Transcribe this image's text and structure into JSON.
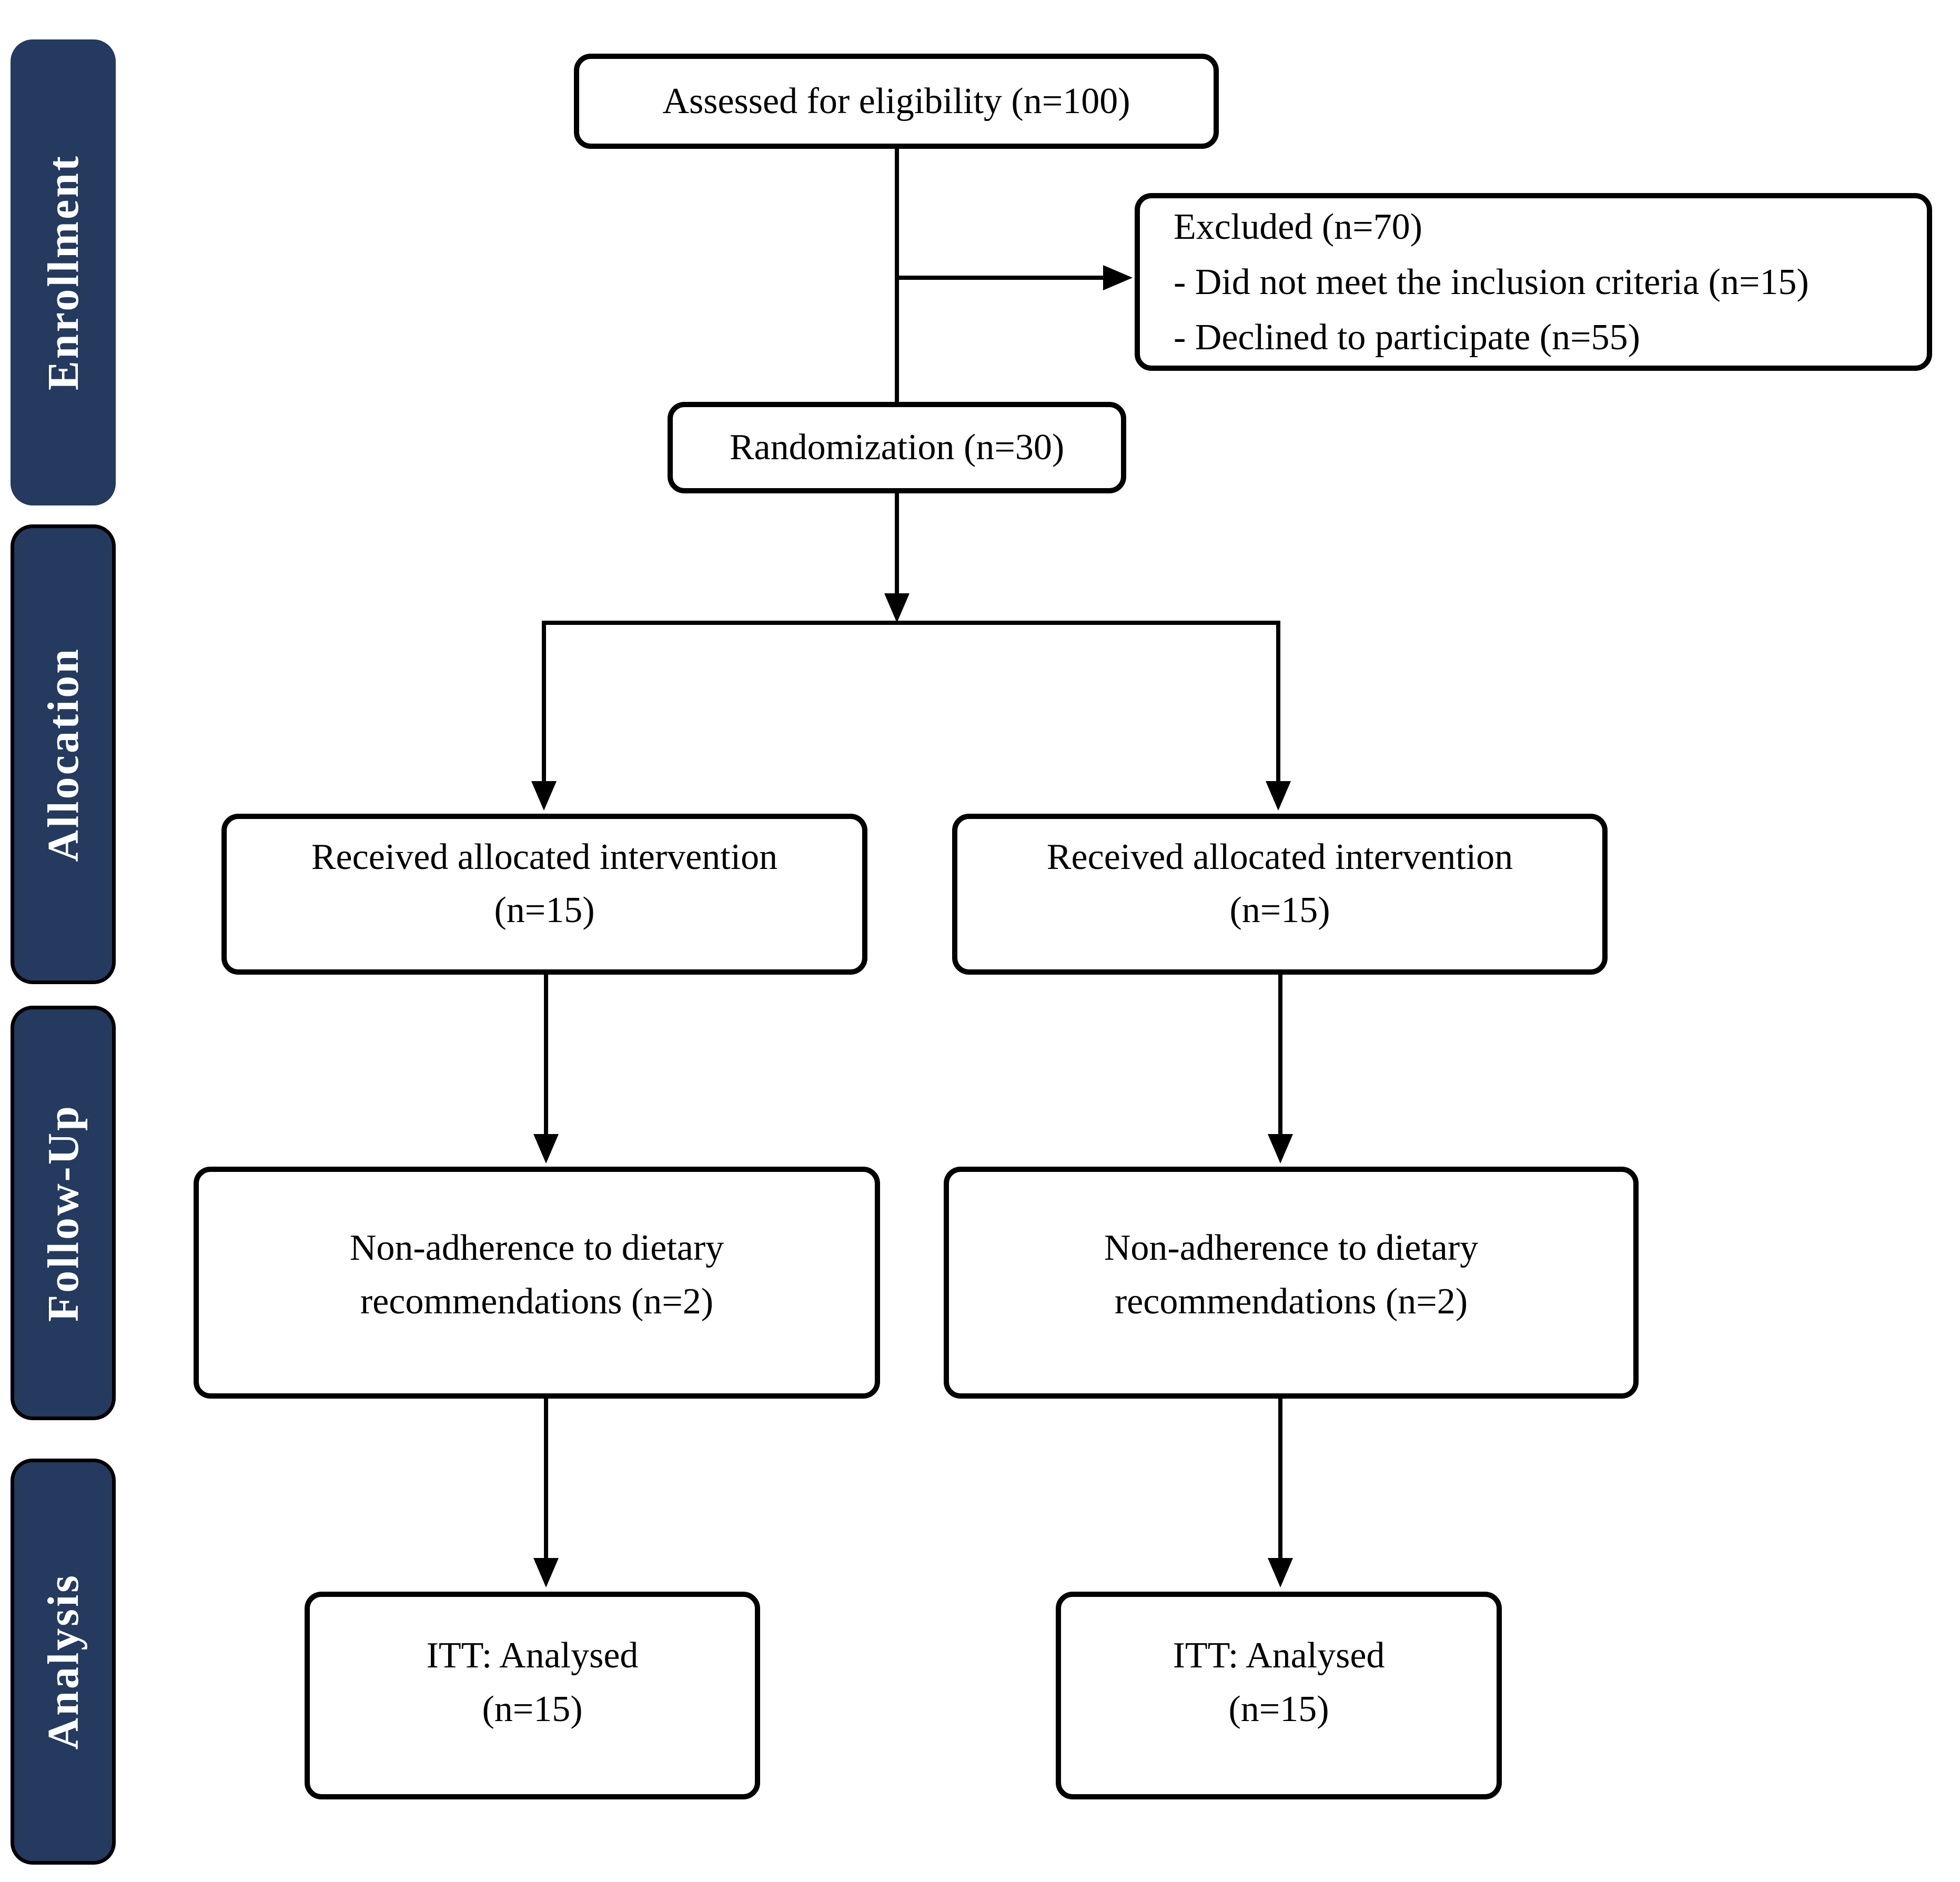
{
  "colors": {
    "stage_fill": "#243A5F",
    "stage_text": "#FFFFFF",
    "box_fill": "#FFFFFF",
    "box_border": "#000000"
  },
  "stages": [
    {
      "label": "Enrollment"
    },
    {
      "label": "Allocation"
    },
    {
      "label": "Follow-Up"
    },
    {
      "label": "Analysis"
    }
  ],
  "boxes": {
    "assessed": {
      "text": "Assessed for eligibility (n=100)"
    },
    "excluded": {
      "title": "Excluded (n=70)",
      "item1": "- Did not meet the inclusion criteria (n=15)",
      "item2": "- Declined to participate (n=55)"
    },
    "randomization": {
      "text": "Randomization (n=30)"
    },
    "intervention_left": {
      "line1": "Received allocated intervention",
      "line2": "(n=15)"
    },
    "intervention_right": {
      "line1": "Received allocated intervention",
      "line2": "(n=15)"
    },
    "followup_left": {
      "line1": "Non-adherence to dietary",
      "line2": "recommendations (n=2)"
    },
    "followup_right": {
      "line1": "Non-adherence to dietary",
      "line2": "recommendations (n=2)"
    },
    "itt_left": {
      "line1": "ITT: Analysed",
      "line2": "(n=15)"
    },
    "itt_right": {
      "line1": "ITT: Analysed",
      "line2": "(n=15)"
    }
  }
}
